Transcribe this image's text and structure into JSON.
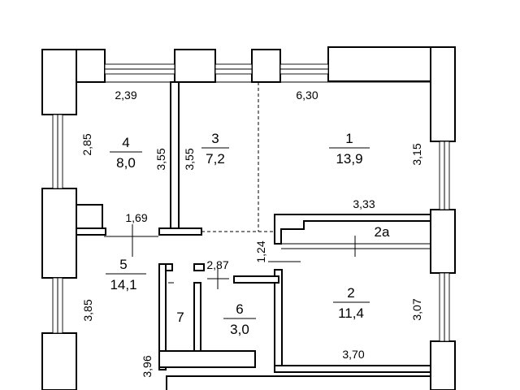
{
  "plan": {
    "rooms": [
      {
        "id": "room-1",
        "number": "1",
        "area": "13,9"
      },
      {
        "id": "room-2",
        "number": "2",
        "area": "11,4"
      },
      {
        "id": "room-2a",
        "number": "2a",
        "area": ""
      },
      {
        "id": "room-3",
        "number": "3",
        "area": "7,2"
      },
      {
        "id": "room-4",
        "number": "4",
        "area": "8,0"
      },
      {
        "id": "room-5",
        "number": "5",
        "area": "14,1"
      },
      {
        "id": "room-6",
        "number": "6",
        "area": "3,0"
      },
      {
        "id": "room-7",
        "number": "7",
        "area": ""
      }
    ],
    "dimensions": [
      {
        "id": "dim-room4-top",
        "value": "2,39"
      },
      {
        "id": "dim-room1-top",
        "value": "6,30"
      },
      {
        "id": "dim-room4-left",
        "value": "2,85"
      },
      {
        "id": "dim-room4-right",
        "value": "3,55"
      },
      {
        "id": "dim-room3-left",
        "value": "3,55"
      },
      {
        "id": "dim-room1-right",
        "value": "3,15"
      },
      {
        "id": "dim-room1-bottom",
        "value": "3,33"
      },
      {
        "id": "dim-hall-width",
        "value": "1,69"
      },
      {
        "id": "dim-corridor-height",
        "value": "1,24"
      },
      {
        "id": "dim-bath-width",
        "value": "2,87"
      },
      {
        "id": "dim-room5-left",
        "value": "3,85"
      },
      {
        "id": "dim-room2-right",
        "value": "3,07"
      },
      {
        "id": "dim-room2-bottom",
        "value": "3,70"
      },
      {
        "id": "dim-bottom-left",
        "value": "3,96"
      }
    ]
  }
}
